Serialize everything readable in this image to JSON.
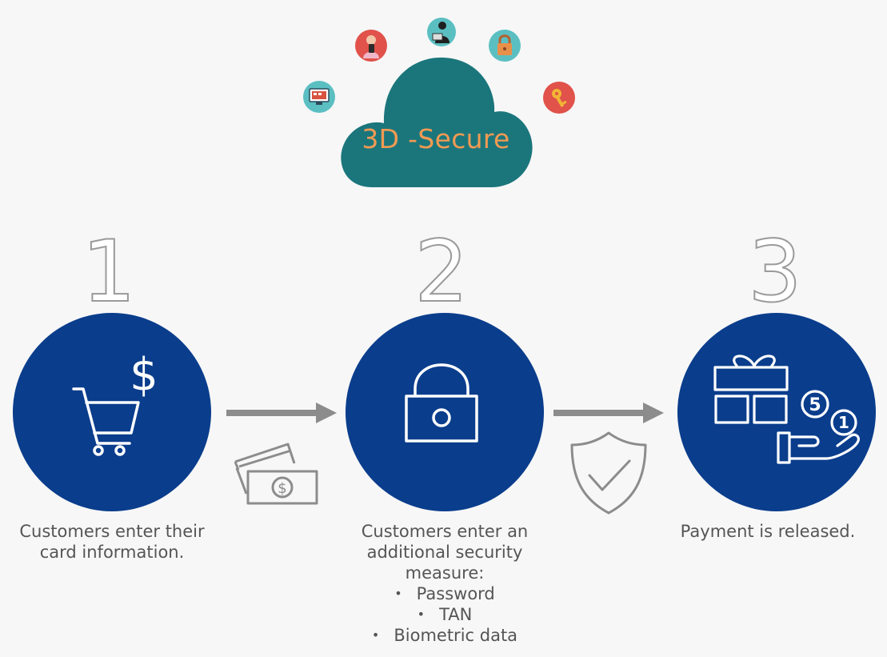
{
  "cloud": {
    "label": "3D -Secure",
    "color": "#1b767c",
    "text_color": "#f29a52"
  },
  "cloud_icons": [
    {
      "name": "computer-screen-icon",
      "color": "#5bbfc2"
    },
    {
      "name": "person-phone-icon",
      "color": "#e0524a"
    },
    {
      "name": "person-laptop-icon",
      "color": "#5bbfc2"
    },
    {
      "name": "padlock-icon",
      "color": "#5bbfc2"
    },
    {
      "name": "key-icon",
      "color": "#e0524a"
    }
  ],
  "steps": [
    {
      "number": "1",
      "icon": "shopping-cart-dollar-icon",
      "lines": [
        "Customers enter their",
        "card information."
      ]
    },
    {
      "number": "2",
      "icon": "lock-icon",
      "lines": [
        "Customers enter an",
        "additional security",
        "measure:"
      ],
      "bullets": [
        "Password",
        "TAN",
        "Biometric data"
      ]
    },
    {
      "number": "3",
      "icon": "gift-coins-hand-icon",
      "lines": [
        "Payment is released."
      ]
    }
  ],
  "connectors": [
    {
      "icon": "credit-card-cash-icon"
    },
    {
      "icon": "shield-check-icon"
    }
  ],
  "colors": {
    "circle": "#0a3d8c",
    "arrow": "#8c8c8c",
    "text": "#555555",
    "background": "#f7f7f7"
  }
}
